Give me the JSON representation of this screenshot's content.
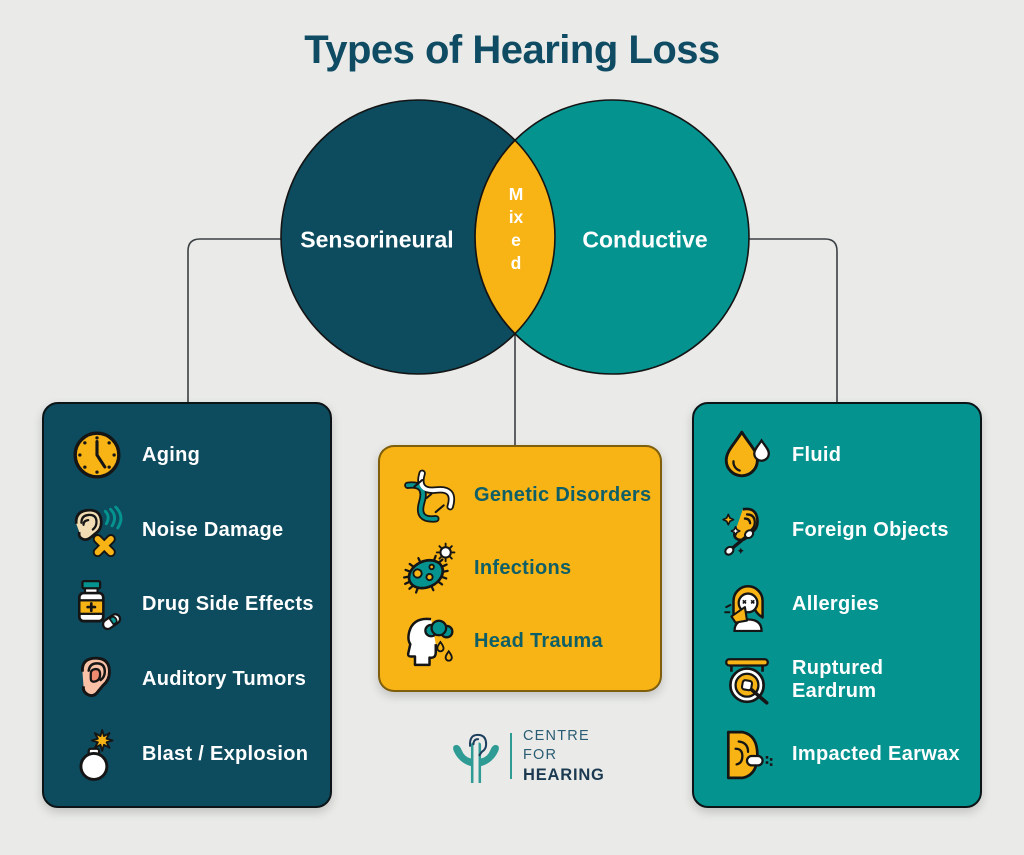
{
  "title": "Types of Hearing Loss",
  "venn": {
    "left_label": "Sensorineural",
    "center_label": "Mixed",
    "right_label": "Conductive"
  },
  "panels": {
    "sensorineural": {
      "items": [
        {
          "icon": "clock-icon",
          "label": "Aging"
        },
        {
          "icon": "ear-noise-icon",
          "label": "Noise Damage"
        },
        {
          "icon": "medicine-bottle-icon",
          "label": "Drug Side Effects"
        },
        {
          "icon": "ear-icon",
          "label": "Auditory Tumors"
        },
        {
          "icon": "bomb-icon",
          "label": "Blast / Explosion"
        }
      ]
    },
    "mixed": {
      "items": [
        {
          "icon": "dna-icon",
          "label": "Genetic Disorders"
        },
        {
          "icon": "bacteria-icon",
          "label": "Infections"
        },
        {
          "icon": "head-trauma-icon",
          "label": "Head Trauma"
        }
      ]
    },
    "conductive": {
      "items": [
        {
          "icon": "water-drop-icon",
          "label": "Fluid"
        },
        {
          "icon": "ear-swab-icon",
          "label": "Foreign Objects"
        },
        {
          "icon": "sneeze-icon",
          "label": "Allergies"
        },
        {
          "icon": "gong-icon",
          "label": "Ruptured Eardrum"
        },
        {
          "icon": "earwax-icon",
          "label": "Impacted Earwax"
        }
      ]
    }
  },
  "logo": {
    "line1": "CENTRE",
    "line2": "FOR",
    "line3": "HEARING"
  },
  "colors": {
    "background": "#eaebe9",
    "dark_teal": "#0d4b5e",
    "teal": "#059390",
    "yellow": "#f8b314",
    "title_text": "#0f4c63",
    "mixed_panel_text": "#0e5f67"
  }
}
